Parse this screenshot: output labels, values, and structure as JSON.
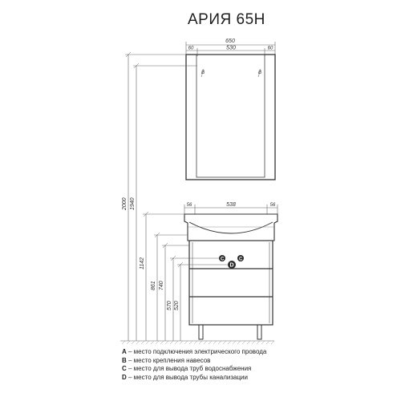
{
  "title": "АРИЯ 65Н",
  "mirror_dims": {
    "overall_width": "650",
    "inner_width": "530",
    "left_margin": "60",
    "right_margin": "60"
  },
  "basin_dims": {
    "left_margin": "56",
    "inner_width": "538",
    "right_margin": "56"
  },
  "mirror_labels": {
    "left": "B",
    "right": "B"
  },
  "connection_labels": {
    "c1": "C",
    "c2": "C",
    "d": "D"
  },
  "heights": [
    "2000",
    "1940",
    "1142",
    "861",
    "740",
    "570",
    "520"
  ],
  "legend": [
    {
      "key": "A",
      "text": " – место подключения электрического провода"
    },
    {
      "key": "B",
      "text": " – место крепления навесов"
    },
    {
      "key": "C",
      "text": " – место для вывода труб водоснабжения"
    },
    {
      "key": "D",
      "text": " – место для вывода трубы канализации"
    }
  ],
  "colors": {
    "line": "#555555",
    "cabinet": "#3a3a3a",
    "text": "#222222"
  }
}
